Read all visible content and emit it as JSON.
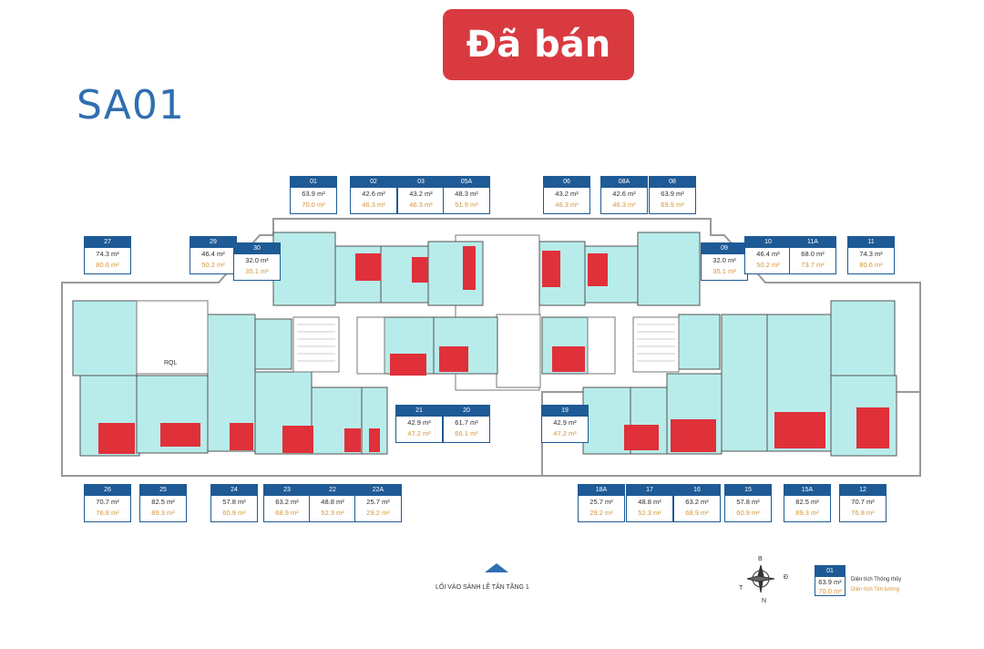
{
  "badge": "Đã bán",
  "title": "SA01",
  "units": [
    {
      "id": "01",
      "a1": "63.9 m²",
      "a2": "70.0 m²"
    },
    {
      "id": "02",
      "a1": "42.6 m²",
      "a2": "46.3 m²"
    },
    {
      "id": "03",
      "a1": "43.2 m²",
      "a2": "46.3 m²"
    },
    {
      "id": "05A",
      "a1": "48.3 m²",
      "a2": "51.9 m²"
    },
    {
      "id": "06",
      "a1": "43.2 m²",
      "a2": "46.3 m²"
    },
    {
      "id": "08A",
      "a1": "42.6 m²",
      "a2": "46.3 m²"
    },
    {
      "id": "08",
      "a1": "63.9 m²",
      "a2": "69.9 m²"
    },
    {
      "id": "27",
      "a1": "74.3 m²",
      "a2": "80.6 m²"
    },
    {
      "id": "29",
      "a1": "46.4 m²",
      "a2": "50.2 m²"
    },
    {
      "id": "30",
      "a1": "32.0 m²",
      "a2": "35.1 m²"
    },
    {
      "id": "09",
      "a1": "32.0 m²",
      "a2": "35.1 m²"
    },
    {
      "id": "10",
      "a1": "46.4 m²",
      "a2": "50.2 m²"
    },
    {
      "id": "11A",
      "a1": "68.0 m²",
      "a2": "73.7 m²"
    },
    {
      "id": "11",
      "a1": "74.3 m²",
      "a2": "80.6 m²"
    },
    {
      "id": "21",
      "a1": "42.9 m²",
      "a2": "47.2 m²"
    },
    {
      "id": "20",
      "a1": "61.7 m²",
      "a2": "66.1 m²"
    },
    {
      "id": "19",
      "a1": "42.9 m²",
      "a2": "47.2 m²"
    },
    {
      "id": "26",
      "a1": "70.7 m²",
      "a2": "76.8 m²"
    },
    {
      "id": "25",
      "a1": "82.5 m²",
      "a2": "89.3 m²"
    },
    {
      "id": "24",
      "a1": "57.8 m²",
      "a2": "60.9 m²"
    },
    {
      "id": "23",
      "a1": "63.2 m²",
      "a2": "68.9 m²"
    },
    {
      "id": "22",
      "a1": "48.8 m²",
      "a2": "52.3 m²"
    },
    {
      "id": "22A",
      "a1": "25.7 m²",
      "a2": "29.2 m²"
    },
    {
      "id": "18A",
      "a1": "25.7 m²",
      "a2": "29.2 m²"
    },
    {
      "id": "17",
      "a1": "48.8 m²",
      "a2": "52.3 m²"
    },
    {
      "id": "16",
      "a1": "63.2 m²",
      "a2": "68.9 m²"
    },
    {
      "id": "15",
      "a1": "57.8 m²",
      "a2": "60.9 m²"
    },
    {
      "id": "15A",
      "a1": "82.5 m²",
      "a2": "89.3 m²"
    },
    {
      "id": "12",
      "a1": "70.7 m²",
      "a2": "76.8 m²"
    }
  ],
  "entrance": "LỐI VÀO SẢNH LỄ TÂN TẦNG 1",
  "legend": {
    "id": "01",
    "a1": "63.9 m²",
    "a2": "70.0 m²",
    "l1": "Diện tích Thông thủy",
    "l2": "Diện tích Tim tường"
  },
  "compass": {
    "n": "B",
    "s": "N",
    "e": "Đ",
    "w": "T"
  },
  "rql": "RQL",
  "colors": {
    "sold": "#e0303a",
    "unit": "#b8ecea",
    "tag": "#1e5a96",
    "area2": "#d4943a"
  }
}
